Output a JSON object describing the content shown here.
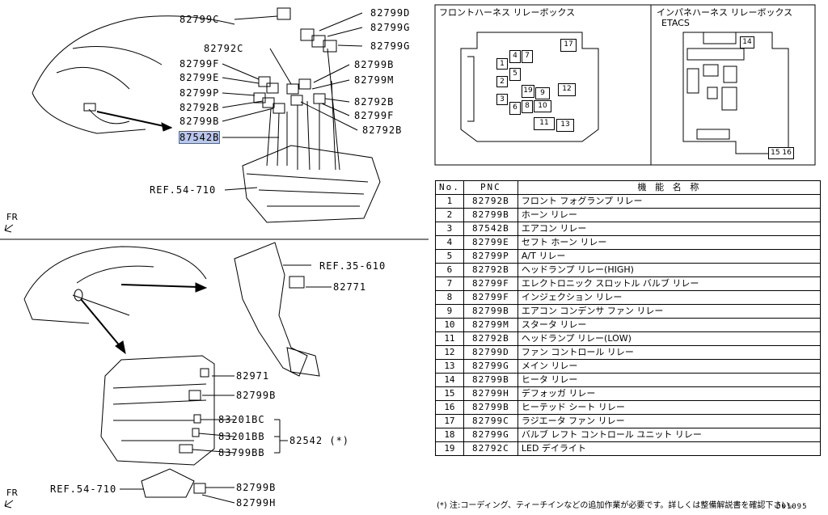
{
  "top_callouts": [
    {
      "text": "82799C"
    },
    {
      "text": "82799D"
    },
    {
      "text": "82799G"
    },
    {
      "text": "82792C"
    },
    {
      "text": "82799G"
    },
    {
      "text": "82799F"
    },
    {
      "text": "82799B"
    },
    {
      "text": "82799E"
    },
    {
      "text": "82799M"
    },
    {
      "text": "82799P"
    },
    {
      "text": "82792B"
    },
    {
      "text": "82792B"
    },
    {
      "text": "82799F"
    },
    {
      "text": "82799B"
    },
    {
      "text": "82792B"
    },
    {
      "text": "87542B"
    }
  ],
  "ref_top": "REF.54-710",
  "ref_pedal": "REF.35-610",
  "fr_label": "FR",
  "bottom_callouts": {
    "relay_pedal": "82771",
    "clip": "82971",
    "relay_b1": "82799B",
    "bc": "83201BC",
    "bb": "83201BB",
    "bb2": "83799BB",
    "group": "82542 (*)",
    "ref_bottom": "REF.54-710",
    "b2": "82799B",
    "h": "82799H"
  },
  "front_box_title": "フロントハーネス リレーボックス",
  "inpane_box_title": "インパネハーネス リレーボックス",
  "inpane_sub": "ETACS",
  "front_cells": [
    "1",
    "2",
    "3",
    "4",
    "5",
    "6",
    "7",
    "8",
    "9",
    "10",
    "11",
    "12",
    "13",
    "17",
    "19"
  ],
  "inpane_cells": [
    "14",
    "15 16"
  ],
  "table": {
    "headers": [
      "No.",
      "PNC",
      "機 能 名 称"
    ],
    "rows": [
      [
        "1",
        "82792B",
        "フロント フォグランプ リレー"
      ],
      [
        "2",
        "82799B",
        "ホーン リレー"
      ],
      [
        "3",
        "87542B",
        "エアコン リレー"
      ],
      [
        "4",
        "82799E",
        "セフト ホーン リレー"
      ],
      [
        "5",
        "82799P",
        "A/T リレー"
      ],
      [
        "6",
        "82792B",
        "ヘッドランプ リレー(HIGH)"
      ],
      [
        "7",
        "82799F",
        "エレクトロニック スロットル バルブ リレー"
      ],
      [
        "8",
        "82799F",
        "インジェクション リレー"
      ],
      [
        "9",
        "82799B",
        "エアコン コンデンサ ファン リレー"
      ],
      [
        "10",
        "82799M",
        "スタータ リレー"
      ],
      [
        "11",
        "82792B",
        "ヘッドランプ リレー(LOW)"
      ],
      [
        "12",
        "82799D",
        "ファン コントロール リレー"
      ],
      [
        "13",
        "82799G",
        "メイン リレー"
      ],
      [
        "14",
        "82799B",
        "ヒータ リレー"
      ],
      [
        "15",
        "82799H",
        "デフォッガ リレー"
      ],
      [
        "16",
        "82799B",
        "ヒーテッド シート リレー"
      ],
      [
        "17",
        "82799C",
        "ラジエータ ファン リレー"
      ],
      [
        "18",
        "82799G",
        "バルブ レフト コントロール ユニット リレー"
      ],
      [
        "19",
        "82792C",
        "LED デイライト"
      ]
    ]
  },
  "note": "(*) 注:コーディング、ティーチインなどの追加作業が必要です。詳しくは整備解説書を確認下さい。",
  "code": "D01095"
}
